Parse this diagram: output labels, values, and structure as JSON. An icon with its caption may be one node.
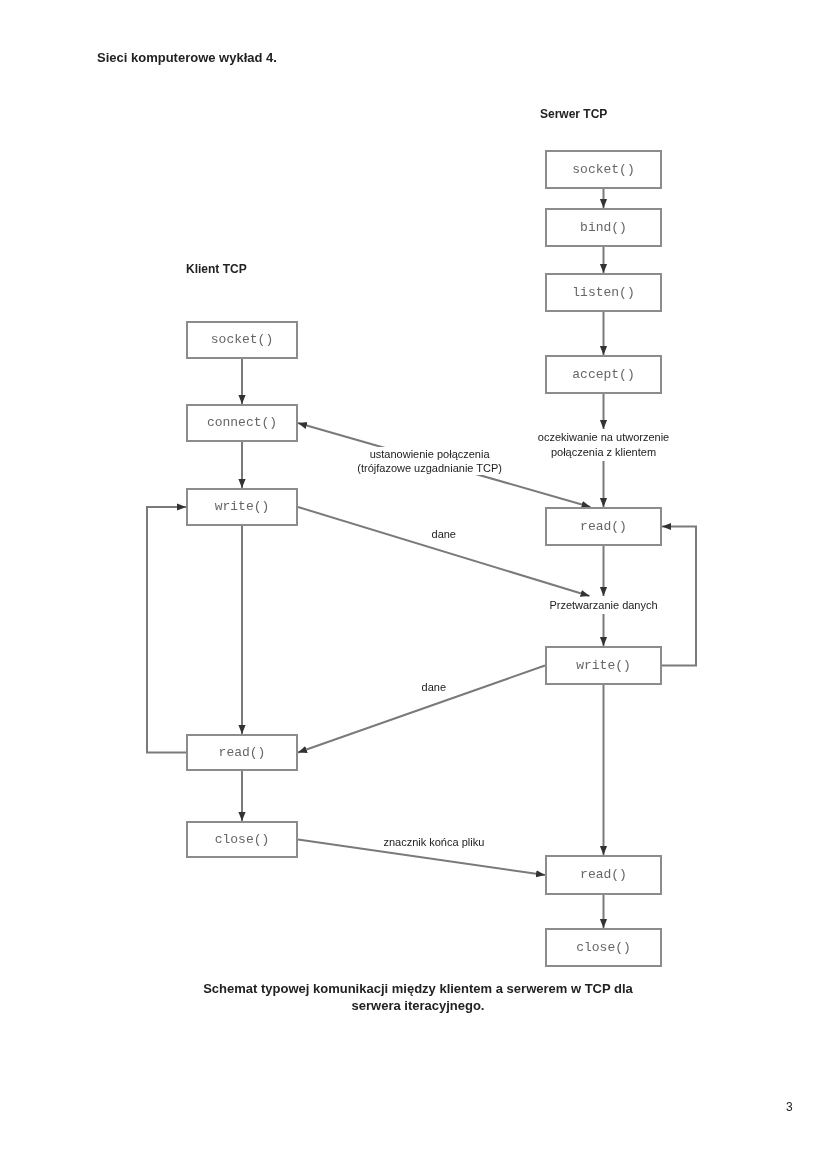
{
  "diagram": {
    "caption": "Schemat typowej komunikacji między klientem a serwerem w TCP dla serwera iteracyjnego.",
    "nodes": [
      {
        "text": [
          "socket()"
        ]
      },
      {
        "text": [
          "connect()"
        ]
      },
      {
        "text": [
          "write()"
        ]
      },
      {
        "text": [
          "read()"
        ]
      },
      {
        "text": [
          "close()"
        ]
      },
      {
        "text": [
          "socket()"
        ]
      },
      {
        "text": [
          "bind()"
        ]
      },
      {
        "text": [
          "listen()"
        ]
      },
      {
        "text": [
          "accept()"
        ]
      },
      {
        "text": [
          "oczekiwanie na utworzenie połączenia z klientem"
        ]
      },
      {
        "text": [
          "read()"
        ]
      },
      {
        "text": [
          "Przetwarzanie danych"
        ]
      },
      {
        "text": [
          "write()"
        ]
      },
      {
        "text": [
          "read()"
        ]
      },
      {
        "text": [
          "close()"
        ]
      }
    ],
    "edges": [
      {
        "from": 0,
        "to": 1,
        "arrow": "to"
      },
      {
        "from": 1,
        "to": 2,
        "arrow": "to"
      },
      {
        "from": 2,
        "to": 3,
        "arrow": "to"
      },
      {
        "from": 3,
        "to": 2,
        "arrow": "to"
      },
      {
        "from": 3,
        "to": 4,
        "arrow": "to"
      },
      {
        "from": 5,
        "to": 6,
        "arrow": "to"
      },
      {
        "from": 6,
        "to": 7,
        "arrow": "to"
      },
      {
        "from": 7,
        "to": 8,
        "arrow": "to"
      },
      {
        "from": 8,
        "to": 9,
        "arrow": "to"
      },
      {
        "from": 9,
        "to": 10,
        "arrow": "to"
      },
      {
        "from": 10,
        "to": 11,
        "arrow": "to"
      },
      {
        "from": 11,
        "to": 12,
        "arrow": "to"
      },
      {
        "from": 12,
        "to": 10,
        "arrow": "to"
      },
      {
        "from": 12,
        "to": 13,
        "arrow": "to"
      },
      {
        "from": 13,
        "to": 14,
        "arrow": "to"
      },
      {
        "from": 1,
        "to": 10,
        "arrow": "both",
        "label": "ustanowienie połączenia (trójfazowe uzgadnianie TCP)"
      },
      {
        "from": 2,
        "to": 11,
        "arrow": "to",
        "label": "dane"
      },
      {
        "from": 12,
        "to": 3,
        "arrow": "to",
        "label": "dane"
      },
      {
        "from": 4,
        "to": 13,
        "arrow": "to",
        "label": "znacznik końca pliku"
      }
    ],
    "labels": [
      "Sieci komputerowe wykład 4.",
      "Serwer TCP",
      "Klient TCP",
      "3"
    ]
  }
}
